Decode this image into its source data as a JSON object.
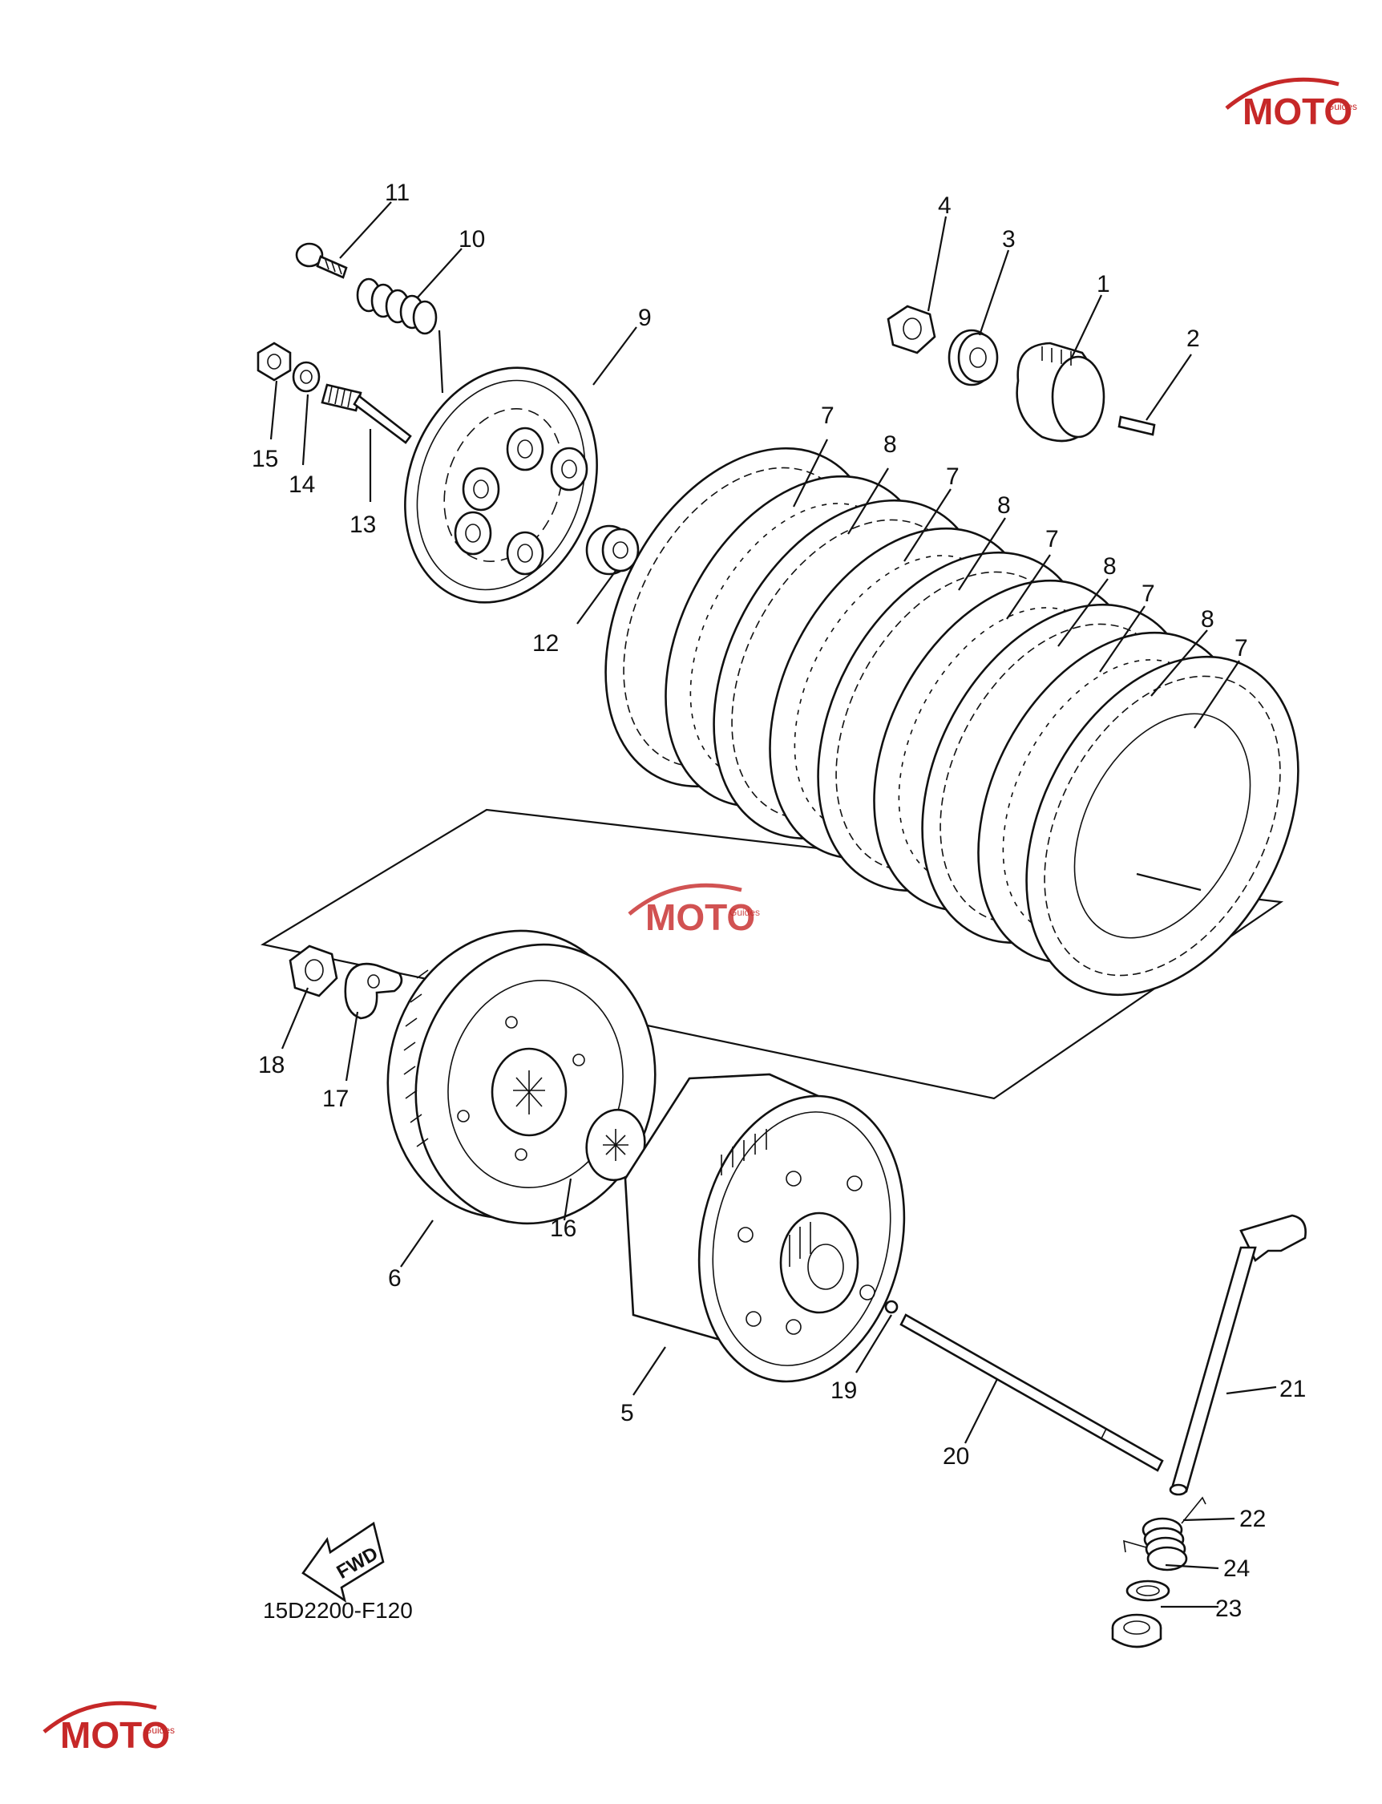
{
  "diagram": {
    "drawing_code": "15D2200-F120",
    "fwd_label": "FWD",
    "callouts": {
      "p1": "1",
      "p2": "2",
      "p3": "3",
      "p4": "4",
      "p5": "5",
      "p6": "6",
      "p7a": "7",
      "p7b": "7",
      "p7c": "7",
      "p7d": "7",
      "p7e": "7",
      "p8a": "8",
      "p8b": "8",
      "p8c": "8",
      "p8d": "8",
      "p9": "9",
      "p10": "10",
      "p11": "11",
      "p12": "12",
      "p13": "13",
      "p14": "14",
      "p15": "15",
      "p16": "16",
      "p17": "17",
      "p18": "18",
      "p19": "19",
      "p20": "20",
      "p21": "21",
      "p22": "22",
      "p23": "23",
      "p24": "24"
    }
  },
  "watermark": {
    "logo_text": "MOTO",
    "tagline": "Guides",
    "color": "#c62828"
  }
}
